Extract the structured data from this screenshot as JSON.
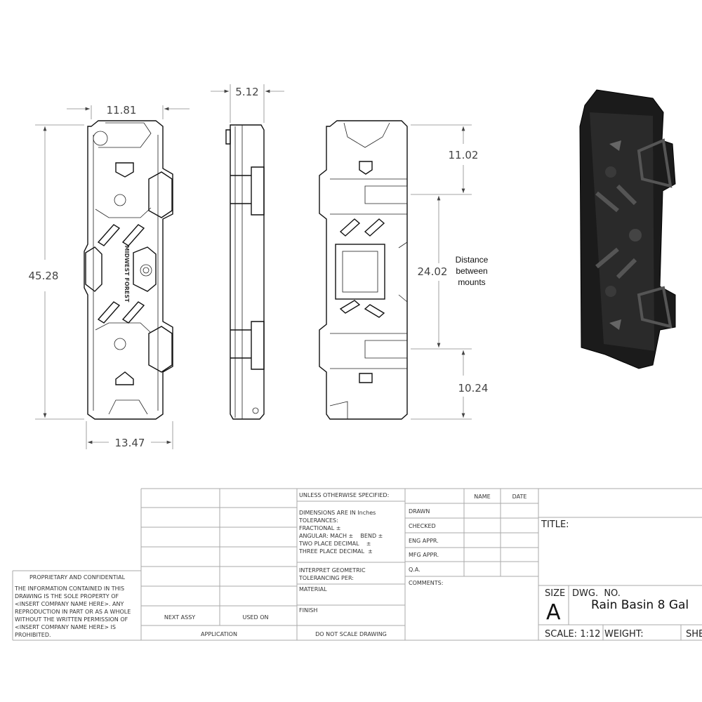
{
  "dimensions": {
    "front_width_top": "11.81",
    "front_height": "45.28",
    "front_width_bottom": "13.47",
    "side_depth": "5.12",
    "top_to_mount": "11.02",
    "between_mounts": "24.02",
    "mount_to_bottom": "10.24"
  },
  "annotation": {
    "line1": "Distance",
    "line2": "between",
    "line3": "mounts"
  },
  "logo_text": "MIDWEST FOREST",
  "title_block": {
    "proprietary_heading": "PROPRIETARY AND CONFIDENTIAL",
    "proprietary_lines": [
      "THE INFORMATION CONTAINED IN THIS",
      "DRAWING IS THE SOLE PROPERTY OF",
      "<INSERT COMPANY NAME HERE>.  ANY",
      "REPRODUCTION IN PART OR AS A WHOLE",
      "WITHOUT THE WRITTEN PERMISSION OF",
      "<INSERT COMPANY NAME HERE> IS",
      "PROHIBITED."
    ],
    "next_assy": "NEXT ASSY",
    "used_on": "USED ON",
    "application": "APPLICATION",
    "unless": "UNLESS OTHERWISE SPECIFIED:",
    "tolerance_lines": [
      "DIMENSIONS ARE IN Inches",
      "TOLERANCES:",
      "FRACTIONAL ±",
      "ANGULAR: MACH ±    BEND ±",
      "TWO PLACE DECIMAL    ±",
      "THREE PLACE DECIMAL  ±"
    ],
    "interpret_lines": [
      "INTERPRET GEOMETRIC",
      "TOLERANCING PER:"
    ],
    "material": "MATERIAL",
    "finish": "FINISH",
    "do_not_scale": "DO NOT SCALE DRAWING",
    "name": "NAME",
    "date": "DATE",
    "approvals": [
      "DRAWN",
      "CHECKED",
      "ENG APPR.",
      "MFG APPR.",
      "Q.A."
    ],
    "comments": "COMMENTS:",
    "title_label": "TITLE:",
    "size_label": "SIZE",
    "size_value": "A",
    "dwg_no_label": "DWG.  NO.",
    "dwg_no_value": "Rain Basin 8 Gal",
    "scale": "SCALE: 1:12",
    "weight": "WEIGHT:",
    "sheet": "SHE"
  }
}
